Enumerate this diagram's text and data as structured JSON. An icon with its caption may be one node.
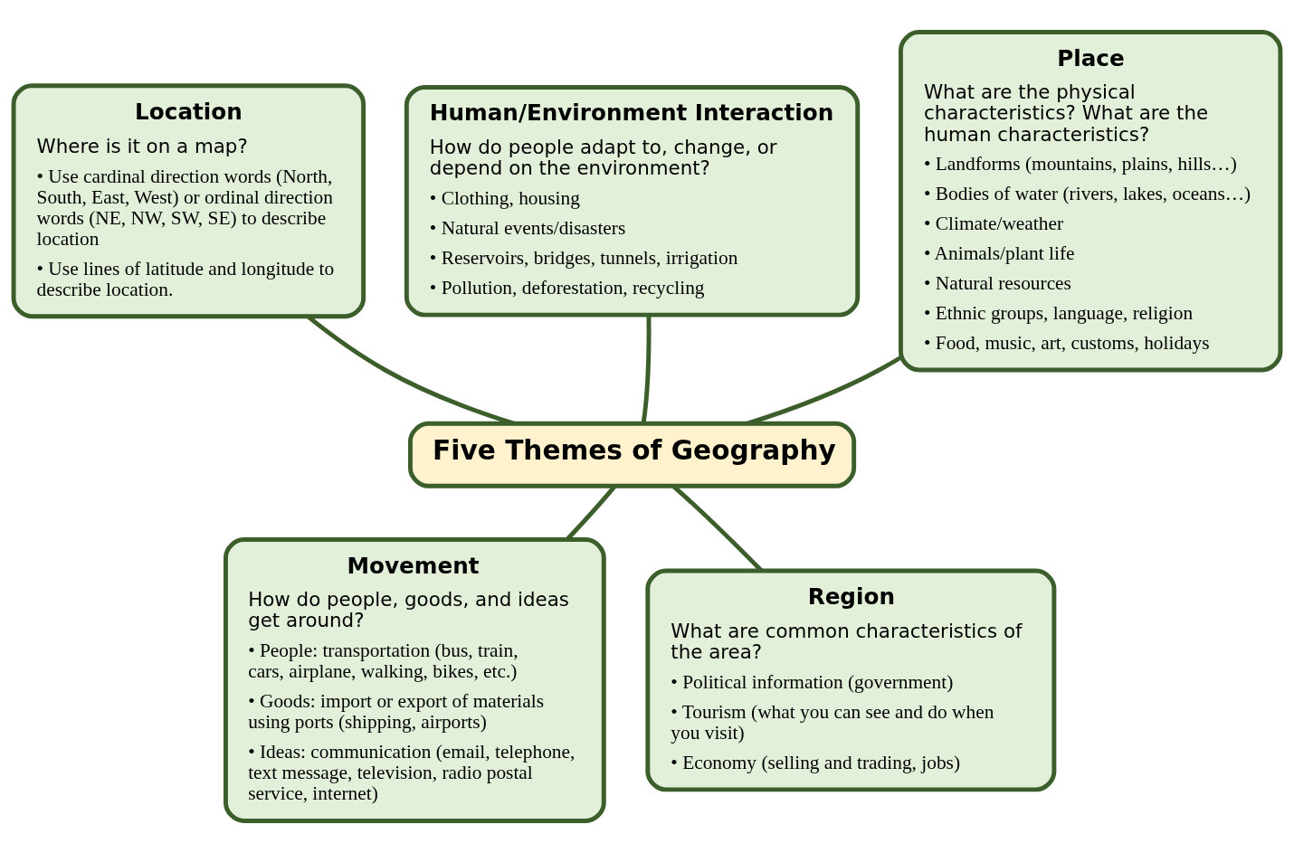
{
  "diagram": {
    "nodes": [
      {
        "text": [
          "Location",
          "Where is it on a map?",
          "• Use cardinal direction words (North, South, East, West) or ordinal direction words (NE, NW, SW, SE) to describe location",
          "• Use lines of latitude and longitude to describe location."
        ]
      },
      {
        "text": [
          "Human/Environment Interaction",
          "How do people adapt to, change, or depend on the environment?",
          "• Clothing, housing",
          "• Natural events/disasters",
          "• Reservoirs, bridges, tunnels, irrigation",
          "• Pollution, deforestation, recycling"
        ]
      },
      {
        "text": [
          "Place",
          "What are the physical characteristics? What are the human characteristics?",
          "• Landforms (mountains, plains, hills…)",
          "• Bodies of water (rivers, lakes, oceans…)",
          "• Climate/weather",
          "• Animals/plant life",
          "• Natural resources",
          "• Ethnic groups, language, religion",
          "• Food, music, art, customs, holidays"
        ]
      },
      {
        "text": [
          "Five Themes of Geography"
        ]
      },
      {
        "text": [
          "Movement",
          "How do people, goods, and ideas get around?",
          "• People: transportation (bus, train, cars, airplane, walking, bikes, etc.)",
          "• Goods: import or export of materials using ports (shipping, airports)",
          "• Ideas: communication (email, telephone, text message, television, radio postal service, internet)"
        ]
      },
      {
        "text": [
          "Region",
          "What are common characteristics of the area?",
          "• Political information (government)",
          "• Tourism (what you can see and do when you visit)",
          "• Economy (selling and trading, jobs)"
        ]
      }
    ],
    "edges": [
      {
        "from": 3,
        "to": 0,
        "arrow": "none"
      },
      {
        "from": 3,
        "to": 1,
        "arrow": "none"
      },
      {
        "from": 3,
        "to": 2,
        "arrow": "none"
      },
      {
        "from": 3,
        "to": 4,
        "arrow": "none"
      },
      {
        "from": 3,
        "to": 5,
        "arrow": "none"
      }
    ]
  }
}
